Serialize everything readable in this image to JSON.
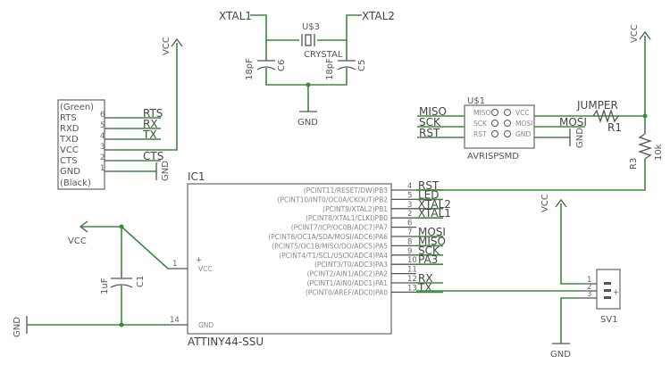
{
  "crystal": {
    "ref": "U$3",
    "value": "CRYSTAL",
    "net_left": "XTAL1",
    "net_right": "XTAL2"
  },
  "caps": {
    "c6": {
      "ref": "C6",
      "value": "18pF"
    },
    "c5": {
      "ref": "C5",
      "value": "18pF"
    },
    "c1": {
      "ref": "C1",
      "value": "1uF"
    }
  },
  "power": {
    "vcc": "VCC",
    "gnd": "GND"
  },
  "ftdi": {
    "pins": [
      "RTS",
      "RXD",
      "TXD",
      "VCC",
      "CTS",
      "GND"
    ],
    "top_note": "(Green)",
    "bottom_note": "(Black)",
    "nums": [
      "6",
      "5",
      "4",
      "3",
      "2",
      "1"
    ],
    "nets": [
      "RTS",
      "RX",
      "TX",
      "CTS"
    ]
  },
  "isp": {
    "ref": "U$1",
    "value": "AVRISPSMD",
    "pins_left": [
      "MISO",
      "SCK",
      "RST"
    ],
    "pins_right": [
      "VCC",
      "MOSI",
      "GND"
    ],
    "nets_left": [
      "MISO",
      "SCK",
      "RST"
    ],
    "net_right": "MOSI"
  },
  "jumper": {
    "ref": "R1",
    "value": "JUMPER"
  },
  "r3": {
    "ref": "R3",
    "value": "10k"
  },
  "ic1": {
    "ref": "IC1",
    "value": "ATTINY44-SSU",
    "left_pins": [
      {
        "num": "1",
        "name": "VCC"
      },
      {
        "num": "14",
        "name": "GND"
      }
    ],
    "right_pins": [
      {
        "num": "4",
        "name": "(PCINT11/RESET/DW)PB3",
        "net": "RST"
      },
      {
        "num": "5",
        "name": "(PCINT10/INT0/OC0A/CKOUT)PB2",
        "net": "LED"
      },
      {
        "num": "3",
        "name": "(PCINT9/XTAL2)PB1",
        "net": "XTAL2"
      },
      {
        "num": "2",
        "name": "(PCINT8/XTAL1/CLKI)PB0",
        "net": "XTAL1"
      },
      {
        "num": "6",
        "name": "(PCINT7/ICP/OC0B/ADC7)PA7",
        "net": ""
      },
      {
        "num": "7",
        "name": "(PCINT6/OC1A/SDA/MOSI/ADC6)PA6",
        "net": "MOSI"
      },
      {
        "num": "8",
        "name": "(PCINT5/OC1B/MISO/DO/ADC5)PA5",
        "net": "MISO"
      },
      {
        "num": "9",
        "name": "(PCINT4/T1/SCL/USCK/ADC4)PA4",
        "net": "SCK"
      },
      {
        "num": "10",
        "name": "(PCINT3/T0/ADC3)PA3",
        "net": "PA3"
      },
      {
        "num": "11",
        "name": "(PCINT2/AIN1/ADC2)PA2",
        "net": ""
      },
      {
        "num": "12",
        "name": "(PCINT1/AIN0/ADC1)PA1",
        "net": "RX"
      },
      {
        "num": "13",
        "name": "(PCINT0/AREF/ADC0)PA0",
        "net": "TX"
      }
    ]
  },
  "sv1": {
    "ref": "SV1",
    "nums": [
      "1",
      "2",
      "3"
    ],
    "plus": "+"
  }
}
